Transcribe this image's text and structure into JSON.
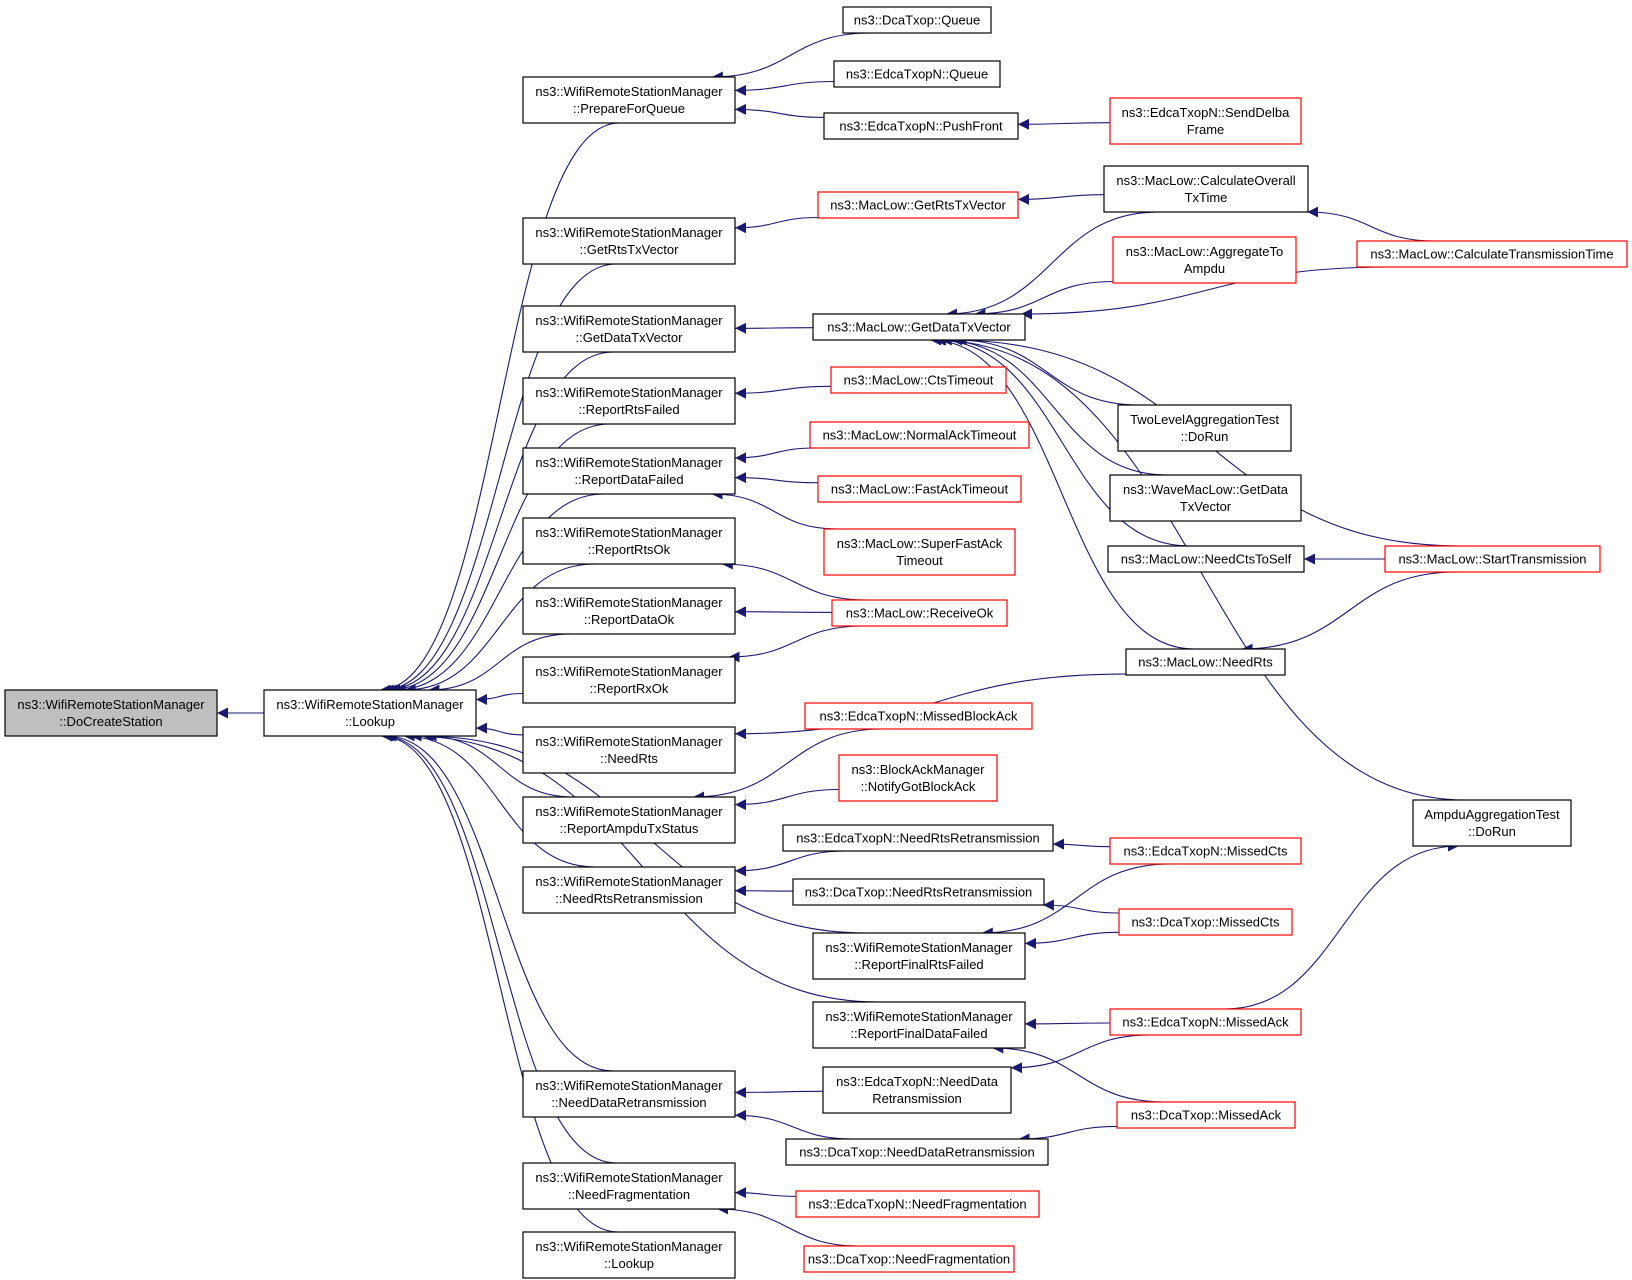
{
  "colors": {
    "edge": "#191970",
    "border_normal": "#000000",
    "border_truncated": "#ff0000",
    "focus_fill": "#bfbfbf",
    "node_fill": "#ffffff"
  },
  "nodes": [
    {
      "id": "docreate",
      "lines": [
        "ns3::WifiRemoteStationManager",
        "::DoCreateStation"
      ],
      "style": "focus"
    },
    {
      "id": "lookup",
      "lines": [
        "ns3::WifiRemoteStationManager",
        "::Lookup"
      ],
      "style": "normal"
    },
    {
      "id": "prepq",
      "lines": [
        "ns3::WifiRemoteStationManager",
        "::PrepareForQueue"
      ],
      "style": "normal"
    },
    {
      "id": "getrts",
      "lines": [
        "ns3::WifiRemoteStationManager",
        "::GetRtsTxVector"
      ],
      "style": "normal"
    },
    {
      "id": "getdata",
      "lines": [
        "ns3::WifiRemoteStationManager",
        "::GetDataTxVector"
      ],
      "style": "normal"
    },
    {
      "id": "reprtsf",
      "lines": [
        "ns3::WifiRemoteStationManager",
        "::ReportRtsFailed"
      ],
      "style": "normal"
    },
    {
      "id": "repdataf",
      "lines": [
        "ns3::WifiRemoteStationManager",
        "::ReportDataFailed"
      ],
      "style": "normal"
    },
    {
      "id": "reprtsok",
      "lines": [
        "ns3::WifiRemoteStationManager",
        "::ReportRtsOk"
      ],
      "style": "normal"
    },
    {
      "id": "repdataok",
      "lines": [
        "ns3::WifiRemoteStationManager",
        "::ReportDataOk"
      ],
      "style": "normal"
    },
    {
      "id": "reprxok",
      "lines": [
        "ns3::WifiRemoteStationManager",
        "::ReportRxOk"
      ],
      "style": "normal"
    },
    {
      "id": "needrts",
      "lines": [
        "ns3::WifiRemoteStationManager",
        "::NeedRts"
      ],
      "style": "normal"
    },
    {
      "id": "repampdu",
      "lines": [
        "ns3::WifiRemoteStationManager",
        "::ReportAmpduTxStatus"
      ],
      "style": "normal"
    },
    {
      "id": "needrtsre",
      "lines": [
        "ns3::WifiRemoteStationManager",
        "::NeedRtsRetransmission"
      ],
      "style": "normal"
    },
    {
      "id": "needdatare",
      "lines": [
        "ns3::WifiRemoteStationManager",
        "::NeedDataRetransmission"
      ],
      "style": "normal"
    },
    {
      "id": "needfrag",
      "lines": [
        "ns3::WifiRemoteStationManager",
        "::NeedFragmentation"
      ],
      "style": "normal"
    },
    {
      "id": "lookup2",
      "lines": [
        "ns3::WifiRemoteStationManager",
        "::Lookup"
      ],
      "style": "normal"
    },
    {
      "id": "dcaqueue",
      "lines": [
        "ns3::DcaTxop::Queue"
      ],
      "style": "normal"
    },
    {
      "id": "edcaqueue",
      "lines": [
        "ns3::EdcaTxopN::Queue"
      ],
      "style": "normal"
    },
    {
      "id": "pushfront",
      "lines": [
        "ns3::EdcaTxopN::PushFront"
      ],
      "style": "normal"
    },
    {
      "id": "senddelba",
      "lines": [
        "ns3::EdcaTxopN::SendDelba",
        "Frame"
      ],
      "style": "truncated"
    },
    {
      "id": "macgetrts",
      "lines": [
        "ns3::MacLow::GetRtsTxVector"
      ],
      "style": "truncated"
    },
    {
      "id": "calcoverall",
      "lines": [
        "ns3::MacLow::CalculateOverall",
        "TxTime"
      ],
      "style": "normal"
    },
    {
      "id": "calctrans",
      "lines": [
        "ns3::MacLow::CalculateTransmissionTime"
      ],
      "style": "truncated"
    },
    {
      "id": "aggampdu",
      "lines": [
        "ns3::MacLow::AggregateTo",
        "Ampdu"
      ],
      "style": "truncated"
    },
    {
      "id": "macgetdata",
      "lines": [
        "ns3::MacLow::GetDataTxVector"
      ],
      "style": "normal"
    },
    {
      "id": "ctstimeout",
      "lines": [
        "ns3::MacLow::CtsTimeout"
      ],
      "style": "truncated"
    },
    {
      "id": "normalack",
      "lines": [
        "ns3::MacLow::NormalAckTimeout"
      ],
      "style": "truncated"
    },
    {
      "id": "fastack",
      "lines": [
        "ns3::MacLow::FastAckTimeout"
      ],
      "style": "truncated"
    },
    {
      "id": "superfast",
      "lines": [
        "ns3::MacLow::SuperFastAck",
        "Timeout"
      ],
      "style": "truncated"
    },
    {
      "id": "receiveok",
      "lines": [
        "ns3::MacLow::ReceiveOk"
      ],
      "style": "truncated"
    },
    {
      "id": "twolevel",
      "lines": [
        "TwoLevelAggregationTest",
        "::DoRun"
      ],
      "style": "normal"
    },
    {
      "id": "wavemac",
      "lines": [
        "ns3::WaveMacLow::GetData",
        "TxVector"
      ],
      "style": "normal"
    },
    {
      "id": "needctsself",
      "lines": [
        "ns3::MacLow::NeedCtsToSelf"
      ],
      "style": "normal"
    },
    {
      "id": "starttrans",
      "lines": [
        "ns3::MacLow::StartTransmission"
      ],
      "style": "truncated"
    },
    {
      "id": "macneedrts",
      "lines": [
        "ns3::MacLow::NeedRts"
      ],
      "style": "normal"
    },
    {
      "id": "missedba",
      "lines": [
        "ns3::EdcaTxopN::MissedBlockAck"
      ],
      "style": "truncated"
    },
    {
      "id": "notifygot",
      "lines": [
        "ns3::BlockAckManager",
        "::NotifyGotBlockAck"
      ],
      "style": "truncated"
    },
    {
      "id": "ampdutest",
      "lines": [
        "AmpduAggregationTest",
        "::DoRun"
      ],
      "style": "normal"
    },
    {
      "id": "edcaneedrtsre",
      "lines": [
        "ns3::EdcaTxopN::NeedRtsRetransmission"
      ],
      "style": "normal"
    },
    {
      "id": "edcamissedcts",
      "lines": [
        "ns3::EdcaTxopN::MissedCts"
      ],
      "style": "truncated"
    },
    {
      "id": "dcaneedrtsre",
      "lines": [
        "ns3::DcaTxop::NeedRtsRetransmission"
      ],
      "style": "normal"
    },
    {
      "id": "dcamissedcts",
      "lines": [
        "ns3::DcaTxop::MissedCts"
      ],
      "style": "truncated"
    },
    {
      "id": "repfinalrts",
      "lines": [
        "ns3::WifiRemoteStationManager",
        "::ReportFinalRtsFailed"
      ],
      "style": "normal"
    },
    {
      "id": "repfinaldata",
      "lines": [
        "ns3::WifiRemoteStationManager",
        "::ReportFinalDataFailed"
      ],
      "style": "normal"
    },
    {
      "id": "edcamissedack",
      "lines": [
        "ns3::EdcaTxopN::MissedAck"
      ],
      "style": "truncated"
    },
    {
      "id": "edcaneeddata",
      "lines": [
        "ns3::EdcaTxopN::NeedData",
        "Retransmission"
      ],
      "style": "normal"
    },
    {
      "id": "dcamissedack",
      "lines": [
        "ns3::DcaTxop::MissedAck"
      ],
      "style": "truncated"
    },
    {
      "id": "dcaneeddata",
      "lines": [
        "ns3::DcaTxop::NeedDataRetransmission"
      ],
      "style": "normal"
    },
    {
      "id": "edcaneedfrag",
      "lines": [
        "ns3::EdcaTxopN::NeedFragmentation"
      ],
      "style": "truncated"
    },
    {
      "id": "dcaneedfrag",
      "lines": [
        "ns3::DcaTxop::NeedFragmentation"
      ],
      "style": "truncated"
    }
  ],
  "edges": [
    {
      "from": "lookup",
      "to": "docreate"
    },
    {
      "from": "prepq",
      "to": "lookup"
    },
    {
      "from": "getrts",
      "to": "lookup"
    },
    {
      "from": "getdata",
      "to": "lookup"
    },
    {
      "from": "reprtsf",
      "to": "lookup"
    },
    {
      "from": "repdataf",
      "to": "lookup"
    },
    {
      "from": "reprtsok",
      "to": "lookup"
    },
    {
      "from": "repdataok",
      "to": "lookup"
    },
    {
      "from": "reprxok",
      "to": "lookup"
    },
    {
      "from": "needrts",
      "to": "lookup"
    },
    {
      "from": "repampdu",
      "to": "lookup"
    },
    {
      "from": "needrtsre",
      "to": "lookup"
    },
    {
      "from": "needdatare",
      "to": "lookup"
    },
    {
      "from": "needfrag",
      "to": "lookup"
    },
    {
      "from": "lookup2",
      "to": "lookup"
    },
    {
      "from": "repfinalrts",
      "to": "lookup"
    },
    {
      "from": "repfinaldata",
      "to": "lookup"
    },
    {
      "from": "dcaqueue",
      "to": "prepq"
    },
    {
      "from": "edcaqueue",
      "to": "prepq"
    },
    {
      "from": "pushfront",
      "to": "prepq"
    },
    {
      "from": "senddelba",
      "to": "pushfront"
    },
    {
      "from": "macgetrts",
      "to": "getrts"
    },
    {
      "from": "calcoverall",
      "to": "macgetrts"
    },
    {
      "from": "calctrans",
      "to": "calcoverall"
    },
    {
      "from": "macgetdata",
      "to": "getdata"
    },
    {
      "from": "calcoverall",
      "to": "macgetdata"
    },
    {
      "from": "aggampdu",
      "to": "macgetdata"
    },
    {
      "from": "calctrans",
      "to": "macgetdata"
    },
    {
      "from": "twolevel",
      "to": "macgetdata"
    },
    {
      "from": "wavemac",
      "to": "macgetdata"
    },
    {
      "from": "needctsself",
      "to": "macgetdata"
    },
    {
      "from": "starttrans",
      "to": "macgetdata"
    },
    {
      "from": "macneedrts",
      "to": "macgetdata"
    },
    {
      "from": "ampdutest",
      "to": "macgetdata"
    },
    {
      "from": "ctstimeout",
      "to": "reprtsf"
    },
    {
      "from": "normalack",
      "to": "repdataf"
    },
    {
      "from": "fastack",
      "to": "repdataf"
    },
    {
      "from": "superfast",
      "to": "repdataf"
    },
    {
      "from": "receiveok",
      "to": "reprtsok"
    },
    {
      "from": "receiveok",
      "to": "repdataok"
    },
    {
      "from": "receiveok",
      "to": "reprxok"
    },
    {
      "from": "macneedrts",
      "to": "needrts"
    },
    {
      "from": "starttrans",
      "to": "needctsself"
    },
    {
      "from": "starttrans",
      "to": "macneedrts"
    },
    {
      "from": "missedba",
      "to": "repampdu"
    },
    {
      "from": "notifygot",
      "to": "repampdu"
    },
    {
      "from": "edcaneedrtsre",
      "to": "needrtsre"
    },
    {
      "from": "dcaneedrtsre",
      "to": "needrtsre"
    },
    {
      "from": "edcamissedcts",
      "to": "edcaneedrtsre"
    },
    {
      "from": "dcamissedcts",
      "to": "dcaneedrtsre"
    },
    {
      "from": "edcamissedcts",
      "to": "repfinalrts"
    },
    {
      "from": "dcamissedcts",
      "to": "repfinalrts"
    },
    {
      "from": "edcamissedack",
      "to": "repfinaldata"
    },
    {
      "from": "dcamissedack",
      "to": "repfinaldata"
    },
    {
      "from": "edcamissedack",
      "to": "ampdutest"
    },
    {
      "from": "edcaneeddata",
      "to": "needdatare"
    },
    {
      "from": "dcaneeddata",
      "to": "needdatare"
    },
    {
      "from": "edcamissedack",
      "to": "edcaneeddata"
    },
    {
      "from": "dcamissedack",
      "to": "dcaneeddata"
    },
    {
      "from": "edcaneedfrag",
      "to": "needfrag"
    },
    {
      "from": "dcaneedfrag",
      "to": "needfrag"
    }
  ]
}
